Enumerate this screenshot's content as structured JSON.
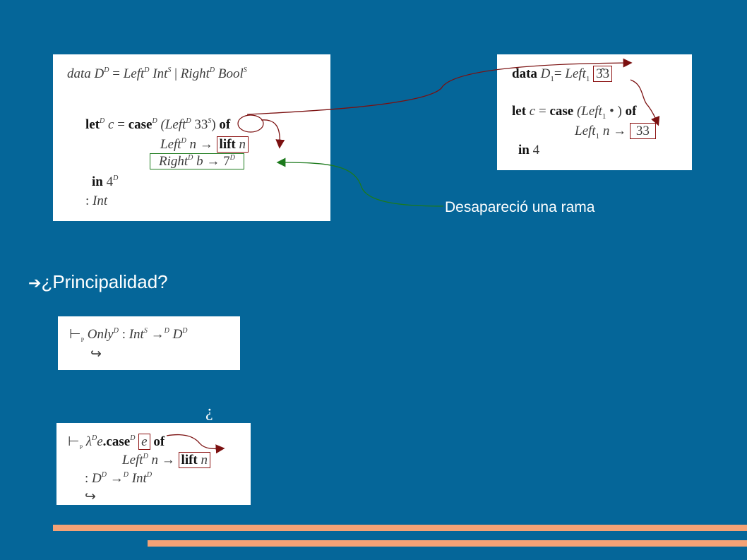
{
  "panel1": {
    "line1": {
      "kw": "data",
      "d": "D",
      "eq": "=",
      "left": "Left",
      "int": "Int",
      "bar": "|",
      "right": "Right",
      "bool": "Bool"
    },
    "line2": {
      "kw": "let",
      "c": "c",
      "eq": "=",
      "case": "case",
      "paren": "(Left",
      "num": "33",
      "close": ")",
      "of": "of"
    },
    "line3": {
      "left": "Left",
      "n": "n",
      "arrow": "→",
      "lift": "lift",
      "n2": "n"
    },
    "line4": {
      "right": "Right",
      "b": "b",
      "arrow": "→",
      "num": "7"
    },
    "line5": {
      "in": "in",
      "num": "4"
    },
    "line6": {
      "colon": ":",
      "int": "Int"
    }
  },
  "panel2": {
    "line1": {
      "kw": "data",
      "d": "D",
      "sub": "1",
      "eq": "=",
      "left": "Left",
      "lsub": "1",
      "num": "3̂3"
    },
    "line2": {
      "kw": "let",
      "c": "c",
      "eq": "=",
      "case": "case",
      "paren": "(Left",
      "lsub": "1",
      "dot": "•",
      "close": ")",
      "of": "of"
    },
    "line3": {
      "left": "Left",
      "lsub": "1",
      "n": "n",
      "arrow": "→",
      "num": "33"
    },
    "line4": {
      "in": "in",
      "num": "4"
    }
  },
  "annotation": {
    "text": "Desapareció una rama"
  },
  "bullet": {
    "arrow": "➔",
    "text": "¿Principalidad?"
  },
  "panel3": {
    "line1": {
      "ts": "⊢",
      "tsub": "P",
      "only": "Only",
      "colon": ":",
      "int": "Int",
      "arrow": "→",
      "d": "D"
    },
    "line2": {
      "hook": "↪"
    }
  },
  "question_mark": "¿",
  "panel4": {
    "line1": {
      "ts": "⊢",
      "tsub": "P",
      "lam": "λ",
      "e": "e",
      "case": ".case",
      "e2": "e",
      "of": "of"
    },
    "line2": {
      "left": "Left",
      "n": "n",
      "arrow": "→",
      "lift": "lift",
      "n2": "n"
    },
    "line3": {
      "colon": ":",
      "d": "D",
      "arrow": "→",
      "int": "Int"
    },
    "line4": {
      "hook": "↪"
    }
  },
  "colors": {
    "background": "#056699",
    "bar": "#f4a276",
    "arrow_red": "#7b1010",
    "arrow_green": "#1c7a1c"
  }
}
